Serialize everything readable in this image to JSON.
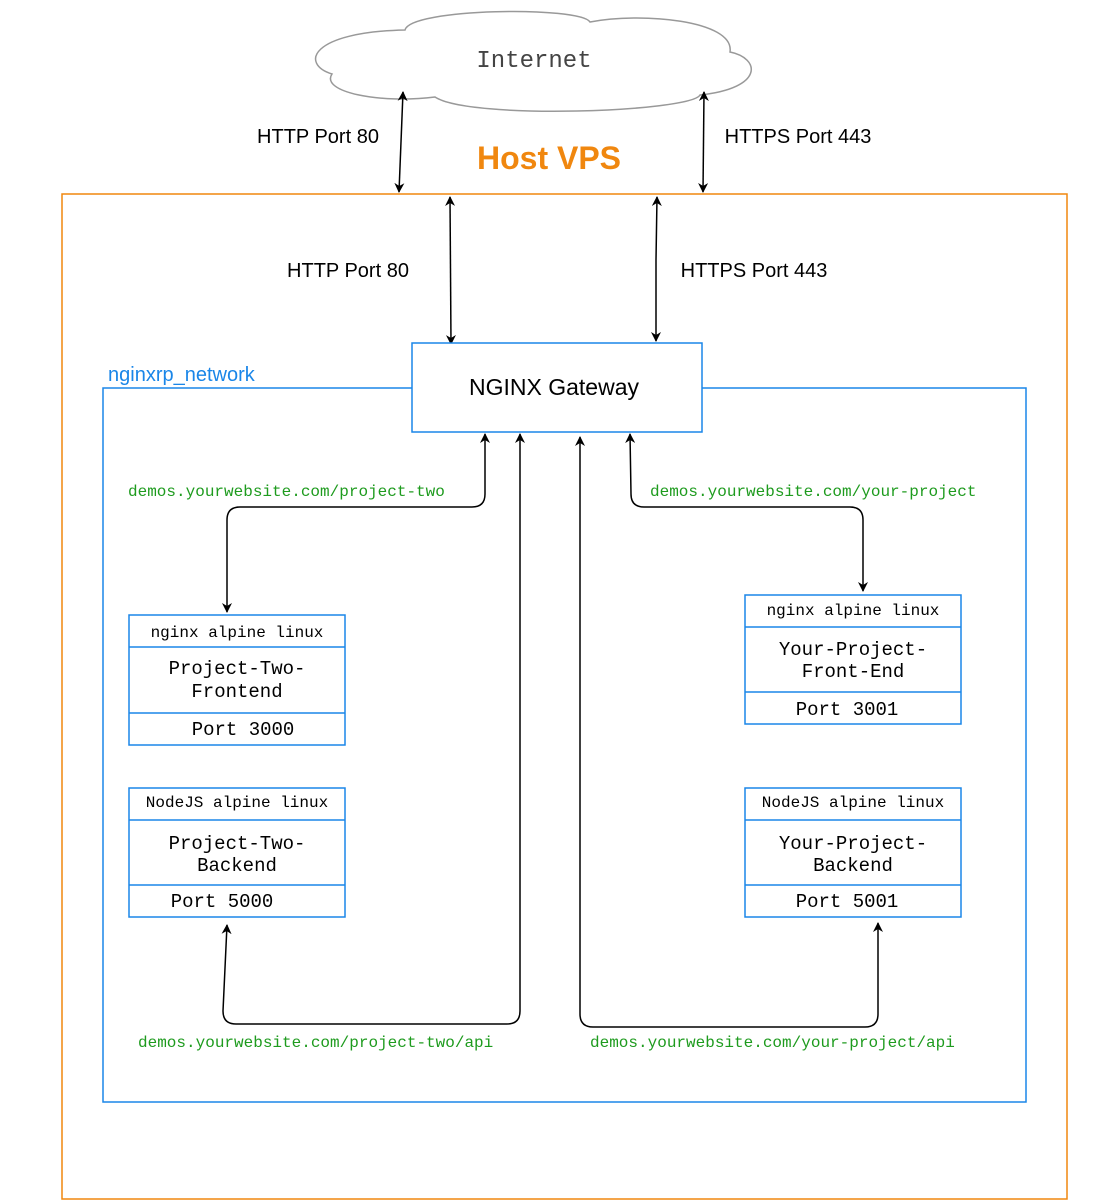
{
  "colors": {
    "host": "#f0870f",
    "network": "#1a86e8",
    "route": "#1e9b1e",
    "line": "#000000",
    "cloud_stroke": "#999999",
    "cloud_text": "#444444"
  },
  "cloud": {
    "label": "Internet"
  },
  "host": {
    "title": "Host VPS"
  },
  "network": {
    "label": "nginxrp_network"
  },
  "external_ports": {
    "http": "HTTP Port 80",
    "https": "HTTPS Port 443"
  },
  "internal_ports": {
    "http": "HTTP Port 80",
    "https": "HTTPS Port 443"
  },
  "gateway": {
    "label": "NGINX Gateway"
  },
  "routes": {
    "project_two": "demos.yourwebsite.com/project-two",
    "your_project": "demos.yourwebsite.com/your-project",
    "project_two_api": "demos.yourwebsite.com/project-two/api",
    "your_project_api": "demos.yourwebsite.com/your-project/api"
  },
  "containers": {
    "p2_front": {
      "image": "nginx alpine linux",
      "name_1": "Project-Two-",
      "name_2": "Frontend",
      "port": "Port 3000"
    },
    "p2_back": {
      "image": "NodeJS alpine linux",
      "name_1": "Project-Two-",
      "name_2": "Backend",
      "port": "Port 5000"
    },
    "yp_front": {
      "image": "nginx alpine linux",
      "name_1": "Your-Project-",
      "name_2": "Front-End",
      "port": "Port 3001"
    },
    "yp_back": {
      "image": "NodeJS alpine linux",
      "name_1": "Your-Project-",
      "name_2": "Backend",
      "port": "Port 5001"
    }
  }
}
